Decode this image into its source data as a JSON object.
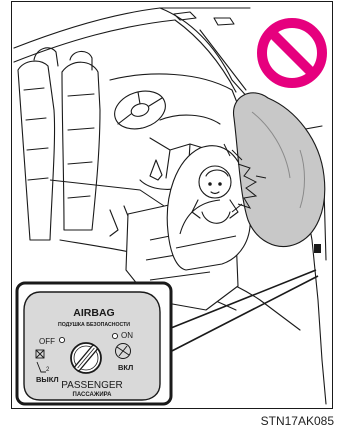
{
  "panel": {
    "airbag_label": "AIRBAG",
    "airbag_label_ru": "ПОДУШКА  БЕЗОПАСНОСТИ",
    "off_label": "OFF",
    "off_label_ru": "ВЫКЛ",
    "on_label": "ON",
    "on_label_ru": "ВКЛ",
    "passenger_label": "PASSENGER",
    "passenger_label_ru": "ПАССАЖИРА"
  },
  "caption": "STN17AK085",
  "colors": {
    "prohibition": "#e6007e",
    "airbag_fill": "#c8c8c8",
    "panel_fill": "#d9d9d9",
    "line": "#1a1a1a"
  },
  "icons": {
    "prohibition": "prohibition-sign-icon",
    "key_switch": "key-switch-icon",
    "child_seat_off": "child-seat-off-icon",
    "airbag_on": "airbag-on-icon"
  }
}
